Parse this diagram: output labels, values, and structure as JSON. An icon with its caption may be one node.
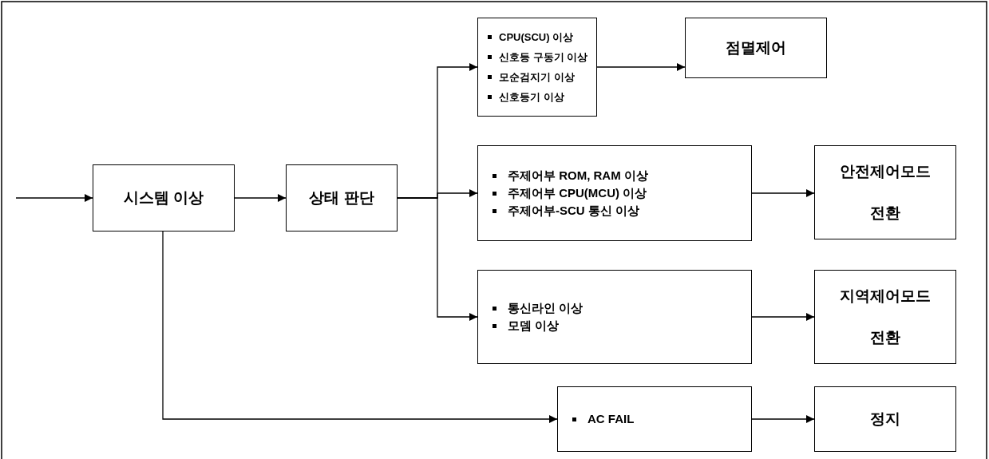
{
  "diagram": {
    "nodes": [
      {
        "text": [
          "시스템 이상"
        ]
      },
      {
        "text": [
          "상태 판단"
        ]
      },
      {
        "text": [
          "CPU(SCU) 이상",
          "신호등 구동기 이상",
          "모순검지기 이상",
          "신호등기 이상"
        ]
      },
      {
        "text": [
          "점멸제어"
        ]
      },
      {
        "text": [
          "주제어부 ROM, RAM 이상",
          "주제어부 CPU(MCU) 이상",
          "주제어부-SCU 통신 이상"
        ]
      },
      {
        "text": [
          "안전제어모드 전환"
        ]
      },
      {
        "text": [
          "통신라인 이상",
          "모뎀 이상"
        ]
      },
      {
        "text": [
          "지역제어모드 전환"
        ]
      },
      {
        "text": [
          "AC FAIL"
        ]
      },
      {
        "text": [
          "정지"
        ]
      }
    ],
    "edges": [
      {
        "from": null,
        "to": 0,
        "arrow": "to"
      },
      {
        "from": 0,
        "to": 1,
        "arrow": "to"
      },
      {
        "from": 1,
        "to": 2,
        "arrow": "to"
      },
      {
        "from": 1,
        "to": 4,
        "arrow": "to"
      },
      {
        "from": 1,
        "to": 6,
        "arrow": "to"
      },
      {
        "from": 2,
        "to": 3,
        "arrow": "to"
      },
      {
        "from": 4,
        "to": 5,
        "arrow": "to"
      },
      {
        "from": 6,
        "to": 7,
        "arrow": "to"
      },
      {
        "from": 0,
        "to": 8,
        "arrow": "to"
      },
      {
        "from": 8,
        "to": 9,
        "arrow": "to"
      }
    ]
  }
}
